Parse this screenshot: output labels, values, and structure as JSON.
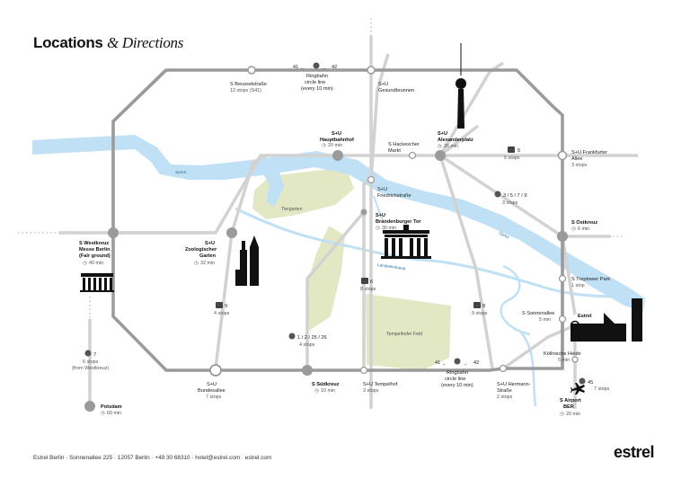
{
  "title": {
    "main": "Locations",
    "sub": "& Directions"
  },
  "areas": {
    "tiergarten": "Tiergarten",
    "tempelhofer": "Tempelhofer Feld",
    "spree": "Spree",
    "landwehr": "Landwehrkanal"
  },
  "stations": {
    "beusselstrasse": {
      "name": "S Beusselstraße",
      "info": "12 stops (S41)"
    },
    "gesundbrunnen": {
      "name": "S+U",
      "name2": "Gesundbrunnen"
    },
    "hauptbahnhof": {
      "name": "S+U",
      "name2": "Hauptbahnhof",
      "time": "20 min"
    },
    "hackescher": {
      "name": "S Hackescher",
      "name2": "Markt"
    },
    "alexanderplatz": {
      "name": "S+U",
      "name2": "Alexanderplatz",
      "time": "26 min"
    },
    "friedrichstrasse": {
      "name": "S+U",
      "name2": "Friedrichstraße"
    },
    "brandenburger": {
      "name": "S+U",
      "name2": "Brandenburger Tor",
      "time": "30 min"
    },
    "frankfurter": {
      "name": "S+U Frankfurter",
      "name2": "Allee",
      "info": "3 stops"
    },
    "ostkreuz": {
      "name": "S Ostkreuz",
      "time": "6 min"
    },
    "treptower": {
      "name": "S Treptower Park",
      "info": "1 stop"
    },
    "westkreuz": {
      "name": "S Westkreuz",
      "name2": "Messe Berlin",
      "name3": "(Fair ground)",
      "time": "40 min"
    },
    "zoo": {
      "name": "S+U",
      "name2": "Zoologischer",
      "name3": "Garten",
      "time": "32 min"
    },
    "sonnenallee": {
      "name": "S Sonnenallee",
      "info": "5 min"
    },
    "estrel": {
      "name": "Estrel"
    },
    "koellnische": {
      "name": "Köllnische Heide",
      "info": "5 min"
    },
    "airport": {
      "name": "S Airport",
      "name2": "BER",
      "time": "20 min"
    },
    "bundesallee": {
      "name": "S+U",
      "name2": "Bundesallee",
      "info": "7 stops"
    },
    "suedkreuz": {
      "name": "S Südkreuz",
      "time": "10 min"
    },
    "tempelhof": {
      "name": "S+U Tempelhof",
      "info": "3 stops"
    },
    "hermannstrasse": {
      "name": "S+U Hermann-",
      "name2": "Straße",
      "info": "2 stops"
    },
    "potsdam": {
      "name": "Potsdam",
      "time": "60 min"
    }
  },
  "lines": {
    "ringbahn_top": {
      "left": "41",
      "right": "42",
      "name": "Ringbahn",
      "name2": "circle line",
      "info": "(every 10 min)"
    },
    "ringbahn_bottom": {
      "left": "41",
      "right": "42",
      "name": "Ringbahn",
      "name2": "circle line",
      "info": "(every 10 min)"
    },
    "u5": {
      "name": "5",
      "info": "5 stops"
    },
    "s3579": {
      "name": "3 / 5 / 7 / 9",
      "info": "3 stops"
    },
    "u9": {
      "name": "9",
      "info": "4 stops"
    },
    "u6": {
      "name": "6",
      "info": "8 stops"
    },
    "u8": {
      "name": "8",
      "info": "9 stops"
    },
    "s12": {
      "name": "1 / 2 / 25 / 26",
      "info": "4 stops"
    },
    "s7": {
      "name": "7",
      "info": "6 stops",
      "info2": "(from Westkreuz)"
    },
    "s45": {
      "name": "45",
      "info": "7 stops"
    }
  },
  "footer": "Estrel Berlin · Sonnenallee 225 · 12057 Berlin · +49 30 68310 · hotel@estrel.com · estrel.com",
  "logo": "estrel",
  "colors": {
    "river": "#bfe0f5",
    "park": "#e3e8c4",
    "ring": "#9a9a9a",
    "line": "#d2d2d2",
    "accent": "#111111"
  }
}
